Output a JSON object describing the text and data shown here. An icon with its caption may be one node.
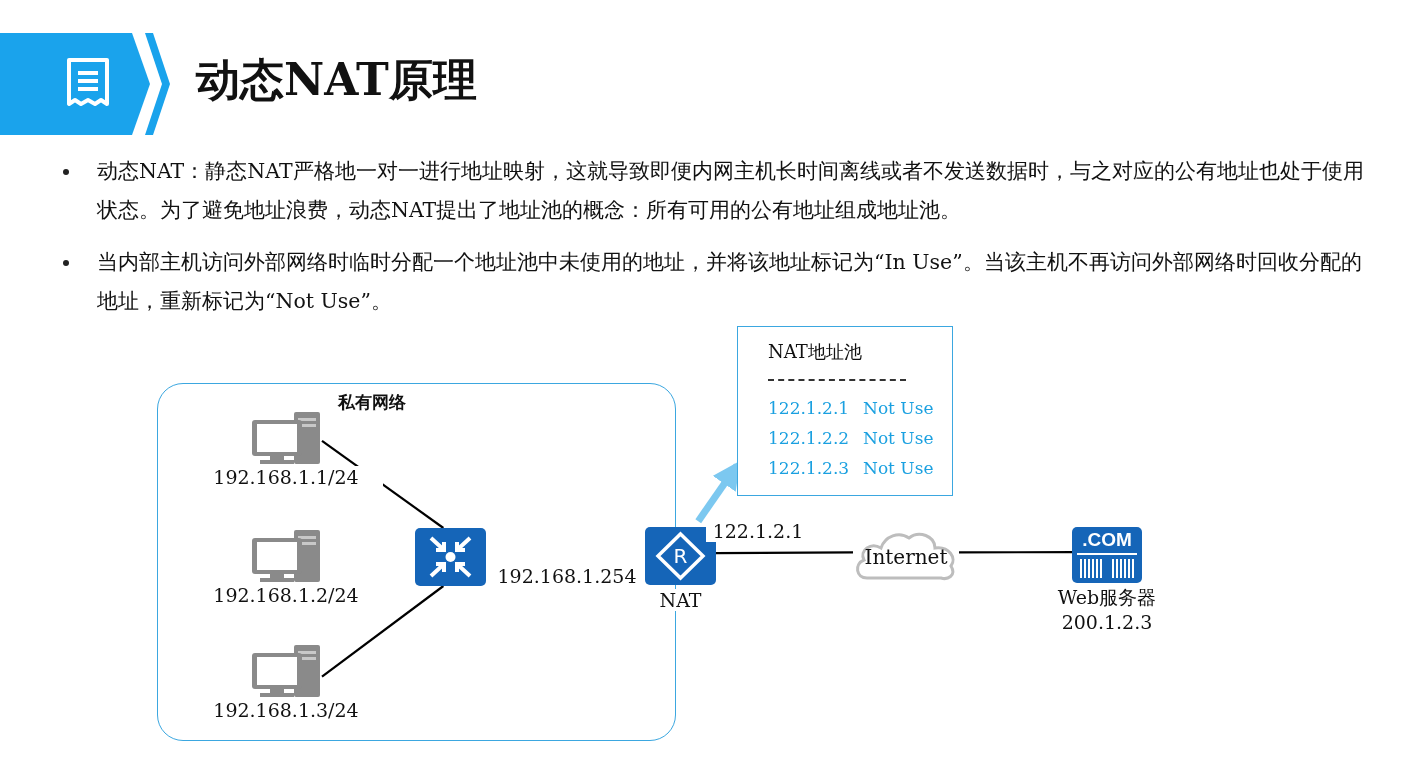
{
  "diagram": {
    "title": "动态NAT原理",
    "nodes": [
      {
        "text": [
          "私有网络"
        ]
      },
      {
        "text": [],
        "shape": "picture",
        "in": 0,
        "beside": [
          "192.168.1.1/24"
        ]
      },
      {
        "text": [],
        "shape": "picture",
        "in": 0,
        "beside": [
          "192.168.1.2/24"
        ]
      },
      {
        "text": [],
        "shape": "picture",
        "in": 0,
        "beside": [
          "192.168.1.3/24"
        ]
      },
      {
        "text": [],
        "shape": "picture",
        "in": 0
      },
      {
        "text": [
          "R"
        ],
        "beside": [
          "192.168.1.254",
          "NAT",
          "122.1.2.1"
        ]
      },
      {
        "text": [
          "NAT地址池",
          "122.1.2.1",
          "Not Use",
          "122.1.2.2",
          "Not Use",
          "122.1.2.3",
          "Not Use"
        ]
      },
      {
        "text": [
          "Internet"
        ]
      },
      {
        "text": [
          ".COM"
        ],
        "beside": [
          "Web服务器",
          "200.1.2.3"
        ]
      }
    ],
    "edges": [
      {
        "from": 1,
        "to": 4,
        "arrow": "none"
      },
      {
        "from": 3,
        "to": 4,
        "arrow": "none"
      },
      {
        "from": 5,
        "to": 7,
        "arrow": "none"
      },
      {
        "from": 7,
        "to": 8,
        "arrow": "none"
      },
      {
        "from": 5,
        "to": 6,
        "arrow": "to",
        "style": "thick",
        "color": "#7cc8f0"
      }
    ],
    "labels": [
      "动态NAT：静态NAT严格地一对一进行地址映射，这就导致即便内网主机长时间离线或者不发送数据时，与之对应的公有地址也处于使用状态。为了避免地址浪费，动态NAT提出了地址池的概念：所有可用的公有地址组成地址池。",
      "当内部主机访问外部网络时临时分配一个地址池中未使用的地址，并将该地址标记为“In Use”。当该主机不再访问外部网络时回收分配的地址，重新标记为“Not Use”。"
    ]
  }
}
